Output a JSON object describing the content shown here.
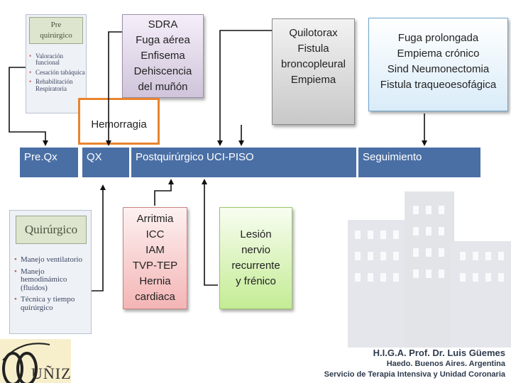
{
  "pre_thumb": {
    "title": [
      "Pre",
      "quirúrgico"
    ],
    "items": [
      "Valoración funcional",
      "Cesación tabáquica",
      "Rehabilitación Respiratoria"
    ]
  },
  "qx_thumb": {
    "title": "Quirúrgico",
    "items": [
      "Manejo ventilatorio",
      "Manejo hemodinámico (fluidos)",
      "Técnica y tiempo quirúrgico"
    ]
  },
  "stages": {
    "preqx": "Pre.Qx",
    "qx": "QX",
    "postqx": "Postquirúrgico UCI-PISO",
    "seguimiento": "Seguimiento"
  },
  "complications": {
    "sdra": [
      "SDRA",
      "Fuga aérea",
      "Enfisema",
      "Dehiscencia",
      "del muñón"
    ],
    "hemorragia": "Hemorragia",
    "quilotorax": [
      "Quilotorax",
      "Fistula",
      "broncopleural",
      "Empiema"
    ],
    "fuga": [
      "Fuga prolongada",
      "Empiema crónico",
      "Sind Neumonectomia",
      "Fistula traqueoesofágica"
    ],
    "arritmia": [
      "Arritmia",
      "ICC",
      "IAM",
      "TVP-TEP",
      "Hernia",
      "cardiaca"
    ],
    "lesion": [
      "Lesión",
      "nervio",
      "recurrente",
      "y frénico"
    ]
  },
  "footer": {
    "logo_text": "UÑIZ",
    "hospital": "H.I.G.A. Prof. Dr. Luis Güemes",
    "location": "Haedo. Buenos Aires. Argentina",
    "service": "Servicio de Terapia Intensiva y Unidad Coronaria"
  },
  "colors": {
    "stage_bar": "#4a6fa5",
    "hemorragia_border": "#e8842d",
    "arritmia_fill": "#f4b5b5",
    "lesion_fill": "#c4ec94",
    "fuga_border": "#6ea6cf"
  }
}
